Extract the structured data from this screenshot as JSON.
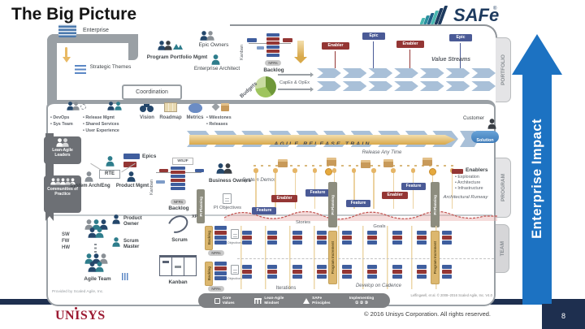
{
  "slide": {
    "title": "The Big Picture",
    "copyright": "© 2016 Unisys Corporation. All rights reserved.",
    "page": "8",
    "brand": "UNISYS",
    "provided_by": "Provided by Scaled Agile, Inc.",
    "attribution": "Leffingwell, et al. © 2008–2016 Scaled Agile, Inc. V4.0"
  },
  "logo": {
    "name": "SAFe",
    "reg": "®"
  },
  "arrow": {
    "label": "Enterprise Impact"
  },
  "tabs": {
    "portfolio": "PORTFOLIO",
    "program": "PROGRAM",
    "team": "TEAM"
  },
  "colors": {
    "arrow_blue": "#1c72c2",
    "navy": "#1e2f4f",
    "gold": "#d8a84b",
    "epic_blue": "#4a5a96",
    "enabler_maroon": "#943634",
    "chevron": "#a9c0d8",
    "unisys_red": "#9c1b33"
  },
  "portfolio": {
    "enterprise": "Enterprise",
    "strategic_themes": "Strategic Themes",
    "ppm": "Program Portfolio Mgmt",
    "epic_owners": "Epic Owners",
    "ent_architect": "Enterprise Architect",
    "kanban": "Kanban",
    "nfrs": "NFRs",
    "backlog": "Backlog",
    "budgets": "Budgets",
    "capex": "CapEx & OpEx",
    "value_streams": "Value Streams",
    "tag_enabler": "Enabler",
    "tag_epic": "Epic"
  },
  "coordination": {
    "label": "Coordination",
    "devops": [
      "• DevOps",
      "• Sys Team"
    ],
    "release": [
      "• Release Mgmt",
      "• Shared Services",
      "• User Experience"
    ],
    "vision": "Vision",
    "roadmap": "Roadmap",
    "metrics": "Metrics",
    "milestones": [
      "• Milestones",
      "• Releases"
    ]
  },
  "ribbon": {
    "leaders": "Lean-Agile Leaders",
    "communities": "Communities of Practice"
  },
  "program": {
    "epics": "Epics",
    "rte": "RTE",
    "sys_arch": "System Arch/Eng",
    "prod_mgmt": "Product Mgmt",
    "kanban": "Kanban",
    "wsjf": "WSJF",
    "nfrs": "NFRs",
    "backlog": "Backlog",
    "pi_planning": "PI Planning",
    "business_owners": "Business Owners",
    "pi_objectives": "PI Objectives",
    "system_demos": "System Demos",
    "art": "AGILE RELEASE TRAIN",
    "release_any_time": "Release Any Time",
    "customer": "Customer",
    "solution": "Solution",
    "feature": "Feature",
    "enabler": "Enabler",
    "enablers_title": "Enablers",
    "enablers_items": [
      "• Exploration",
      "• Architecture",
      "• Infrastructure"
    ],
    "arch_runway": "Architectural Runway"
  },
  "team": {
    "sw": "SW",
    "fw": "FW",
    "hw": "HW",
    "agile_team": "Agile Team",
    "product_owner": "Product Owner",
    "scrum_master": "Scrum Master",
    "scrum": "Scrum",
    "xp": "XP",
    "kanban": "Kanban",
    "backlog": "Backlog",
    "nfrs": "NFRs",
    "stories": "Stories",
    "goals": "Goals",
    "objectives": "Objectives",
    "program_increment": "Program Increment",
    "pi_planning": "PI Planning",
    "iterations": "Iterations",
    "develop_on_cadence": "Develop on Cadence"
  },
  "foundation": {
    "core_values": "Core Values",
    "mindset": "Lean-Agile Mindset",
    "principles": "SAFe Principles",
    "implementing": "Implementing",
    "implementing_badges": "① ② ③"
  }
}
